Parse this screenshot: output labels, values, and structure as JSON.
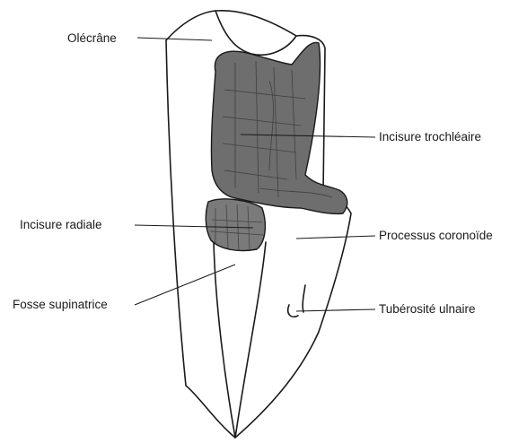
{
  "labels": {
    "olecrane": "Olécrâne",
    "incisure_trochleaire": "Incisure trochléaire",
    "incisure_radiale": "Incisure radiale",
    "processus_coronoide": "Processus coronoïde",
    "fosse_supinatrice": "Fosse supinatrice",
    "tuberosite_ulnaire": "Tubérosité ulnaire"
  },
  "colors": {
    "outline": "#1a1a1a",
    "articular_surface": "#6e6e6e",
    "bone": "#ffffff"
  }
}
